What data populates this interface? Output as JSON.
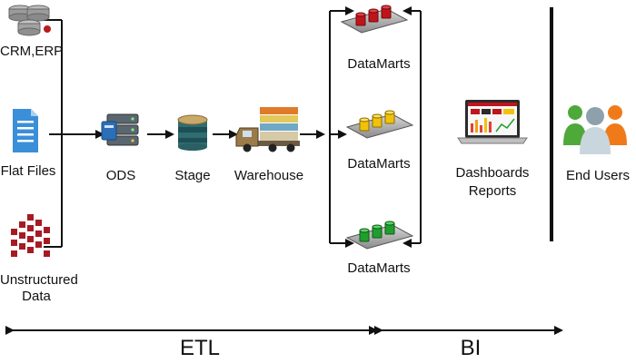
{
  "sources": {
    "crm_erp": "CRM,ERP",
    "flat_files": "Flat Files",
    "unstructured_line1": "Unstructured",
    "unstructured_line2": "Data"
  },
  "pipeline": {
    "ods": "ODS",
    "stage": "Stage",
    "warehouse": "Warehouse"
  },
  "datamarts": [
    "DataMarts",
    "DataMarts",
    "DataMarts"
  ],
  "bi": {
    "dashboards_line1": "Dashboards",
    "dashboards_line2": "Reports",
    "end_users": "End Users"
  },
  "phases": {
    "etl": "ETL",
    "bi": "BI"
  },
  "icons": {
    "crm": "database-stack-icon",
    "flat_files": "document-icon",
    "unstructured": "scattered-blocks-icon",
    "ods": "server-icon",
    "stage": "database-cylinder-icon",
    "warehouse": "truck-icon",
    "datamart_top": "datamart-red-icon",
    "datamart_mid": "datamart-yellow-icon",
    "datamart_bot": "datamart-green-icon",
    "dashboard": "laptop-dashboard-icon",
    "users": "user-group-icon"
  },
  "colors": {
    "line": "#111111",
    "datamart_red": "#c0141c",
    "datamart_yellow": "#f2c20a",
    "datamart_green": "#1f9e2e",
    "document_blue": "#3a8fd8",
    "unstructured_red": "#a61b22"
  }
}
